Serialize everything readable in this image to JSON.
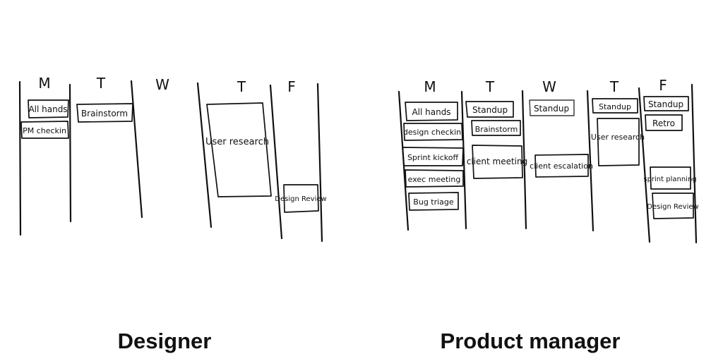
{
  "designer": {
    "caption": "Designer",
    "days": [
      "M",
      "T",
      "W",
      "T",
      "F"
    ],
    "events": [
      {
        "day": "M",
        "label": "All hands"
      },
      {
        "day": "M",
        "label": "PM checkin"
      },
      {
        "day": "T",
        "label": "Brainstorm"
      },
      {
        "day": "T",
        "label": "User research"
      },
      {
        "day": "F",
        "label": "Design Review"
      }
    ]
  },
  "product_manager": {
    "caption": "Product manager",
    "days": [
      "M",
      "T",
      "W",
      "T",
      "F"
    ],
    "events": [
      {
        "day": "M",
        "label": "All hands"
      },
      {
        "day": "M",
        "label": "design checkin"
      },
      {
        "day": "M",
        "label": "Sprint kickoff"
      },
      {
        "day": "M",
        "label": "exec meeting"
      },
      {
        "day": "M",
        "label": "Bug triage"
      },
      {
        "day": "T",
        "label": "Standup"
      },
      {
        "day": "T",
        "label": "Brainstorm"
      },
      {
        "day": "T",
        "label": "client meeting"
      },
      {
        "day": "W",
        "label": "Standup"
      },
      {
        "day": "W",
        "label": "client escalation"
      },
      {
        "day": "T",
        "label": "Standup"
      },
      {
        "day": "T",
        "label": "User research"
      },
      {
        "day": "F",
        "label": "Standup"
      },
      {
        "day": "F",
        "label": "Retro"
      },
      {
        "day": "F",
        "label": "sprint planning"
      },
      {
        "day": "F",
        "label": "Design Review"
      }
    ]
  }
}
